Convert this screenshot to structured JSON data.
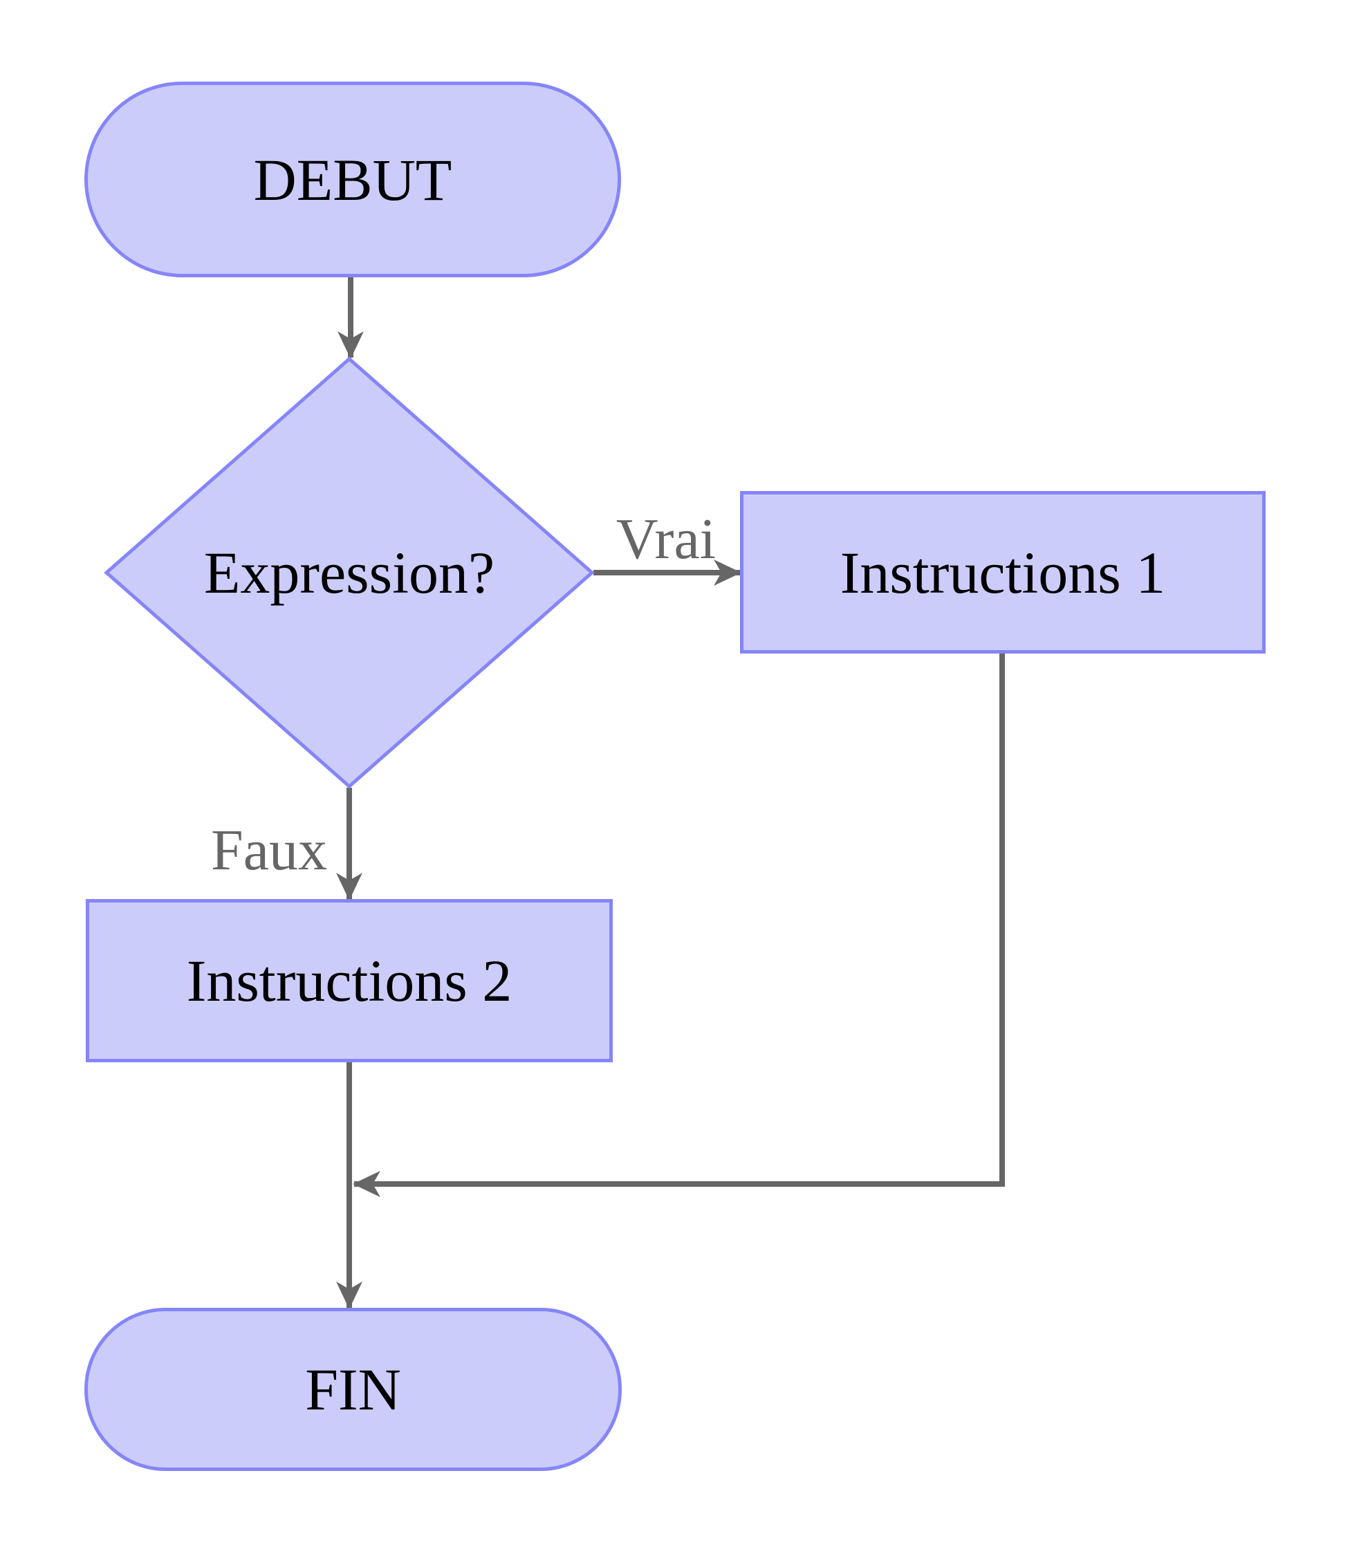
{
  "diagram": {
    "type": "flowchart",
    "nodes": {
      "start": {
        "label": "DEBUT",
        "shape": "stadium"
      },
      "decision": {
        "label": "Expression?",
        "shape": "diamond"
      },
      "instructions1": {
        "label": "Instructions 1",
        "shape": "rectangle"
      },
      "instructions2": {
        "label": "Instructions 2",
        "shape": "rectangle"
      },
      "end": {
        "label": "FIN",
        "shape": "stadium"
      }
    },
    "edges": {
      "true_label": "Vrai",
      "false_label": "Faux"
    },
    "colors": {
      "node_fill": "#ccccfa",
      "node_border": "#8585fa",
      "connector": "#666666",
      "edge_label": "#666666",
      "node_text": "#000000",
      "background": "#ffffff"
    }
  }
}
